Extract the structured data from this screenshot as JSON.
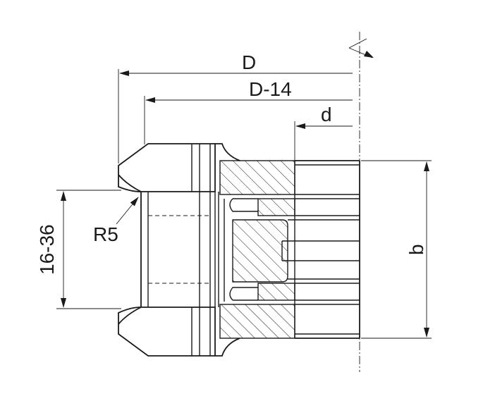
{
  "labels": {
    "D": "D",
    "D14": "D-14",
    "d": "d",
    "b": "b",
    "range": "16-36",
    "radius": "R5"
  },
  "colors": {
    "line": "#1a1a1a",
    "background": "#ffffff"
  }
}
